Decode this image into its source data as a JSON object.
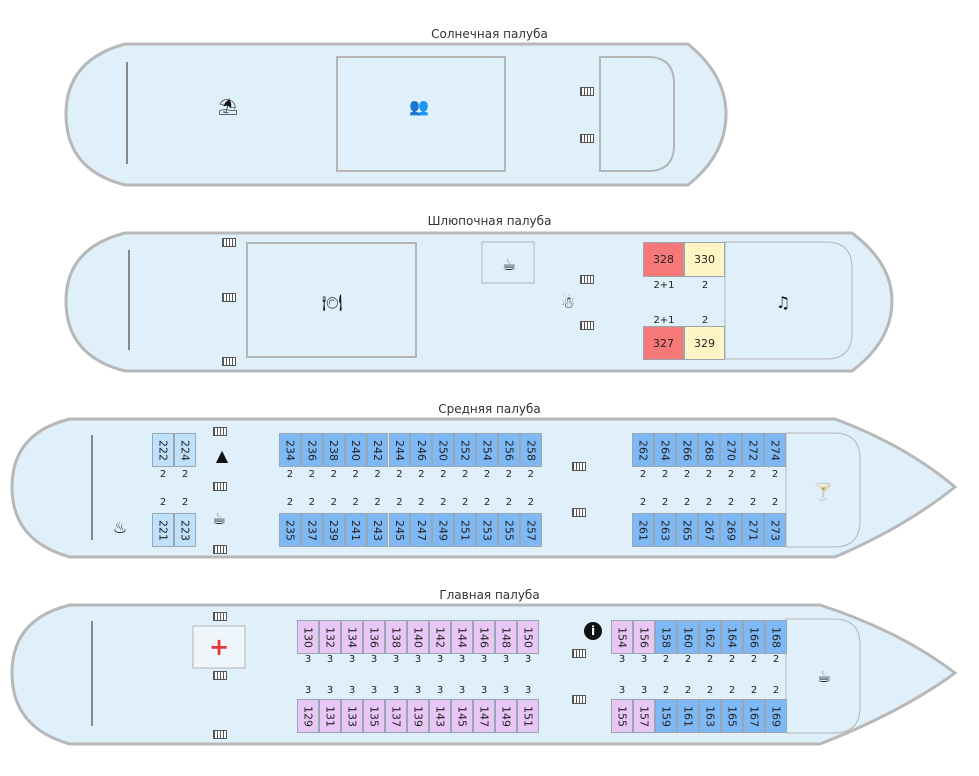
{
  "decks": {
    "sun": {
      "title": "Солнечная палуба"
    },
    "boat": {
      "title": "Шлюпочная палуба",
      "cabins": [
        {
          "num": "328",
          "cap": "2+1",
          "color": "red"
        },
        {
          "num": "330",
          "cap": "2",
          "color": "yellow"
        },
        {
          "num": "327",
          "cap": "2+1",
          "color": "red"
        },
        {
          "num": "329",
          "cap": "2",
          "color": "yellow"
        }
      ]
    },
    "middle": {
      "title": "Средняя палуба",
      "left_top": [
        {
          "num": "222",
          "cap": "2"
        },
        {
          "num": "224",
          "cap": "2"
        }
      ],
      "left_bottom": [
        {
          "num": "221",
          "cap": "2"
        },
        {
          "num": "223",
          "cap": "2"
        }
      ],
      "mid_top": [
        {
          "num": "234",
          "cap": "2"
        },
        {
          "num": "236",
          "cap": "2"
        },
        {
          "num": "238",
          "cap": "2"
        },
        {
          "num": "240",
          "cap": "2"
        },
        {
          "num": "242",
          "cap": "2"
        },
        {
          "num": "244",
          "cap": "2"
        },
        {
          "num": "246",
          "cap": "2"
        },
        {
          "num": "250",
          "cap": "2"
        },
        {
          "num": "252",
          "cap": "2"
        },
        {
          "num": "254",
          "cap": "2"
        },
        {
          "num": "256",
          "cap": "2"
        },
        {
          "num": "258",
          "cap": "2"
        }
      ],
      "mid_bottom": [
        {
          "num": "235",
          "cap": "2"
        },
        {
          "num": "237",
          "cap": "2"
        },
        {
          "num": "239",
          "cap": "2"
        },
        {
          "num": "241",
          "cap": "2"
        },
        {
          "num": "243",
          "cap": "2"
        },
        {
          "num": "245",
          "cap": "2"
        },
        {
          "num": "247",
          "cap": "2"
        },
        {
          "num": "249",
          "cap": "2"
        },
        {
          "num": "251",
          "cap": "2"
        },
        {
          "num": "253",
          "cap": "2"
        },
        {
          "num": "255",
          "cap": "2"
        },
        {
          "num": "257",
          "cap": "2"
        }
      ],
      "right_top": [
        {
          "num": "262",
          "cap": "2"
        },
        {
          "num": "264",
          "cap": "2"
        },
        {
          "num": "266",
          "cap": "2"
        },
        {
          "num": "268",
          "cap": "2"
        },
        {
          "num": "270",
          "cap": "2"
        },
        {
          "num": "272",
          "cap": "2"
        },
        {
          "num": "274",
          "cap": "2"
        }
      ],
      "right_bottom": [
        {
          "num": "261",
          "cap": "2"
        },
        {
          "num": "263",
          "cap": "2"
        },
        {
          "num": "265",
          "cap": "2"
        },
        {
          "num": "267",
          "cap": "2"
        },
        {
          "num": "269",
          "cap": "2"
        },
        {
          "num": "271",
          "cap": "2"
        },
        {
          "num": "273",
          "cap": "2"
        }
      ]
    },
    "main": {
      "title": "Главная палуба",
      "mid_top": [
        {
          "num": "130",
          "cap": "3"
        },
        {
          "num": "132",
          "cap": "3"
        },
        {
          "num": "134",
          "cap": "3"
        },
        {
          "num": "136",
          "cap": "3"
        },
        {
          "num": "138",
          "cap": "3"
        },
        {
          "num": "140",
          "cap": "3"
        },
        {
          "num": "142",
          "cap": "3"
        },
        {
          "num": "144",
          "cap": "3"
        },
        {
          "num": "146",
          "cap": "3"
        },
        {
          "num": "148",
          "cap": "3"
        },
        {
          "num": "150",
          "cap": "3"
        }
      ],
      "mid_bottom": [
        {
          "num": "129",
          "cap": "3"
        },
        {
          "num": "131",
          "cap": "3"
        },
        {
          "num": "133",
          "cap": "3"
        },
        {
          "num": "135",
          "cap": "3"
        },
        {
          "num": "137",
          "cap": "3"
        },
        {
          "num": "139",
          "cap": "3"
        },
        {
          "num": "143",
          "cap": "3"
        },
        {
          "num": "145",
          "cap": "3"
        },
        {
          "num": "147",
          "cap": "3"
        },
        {
          "num": "149",
          "cap": "3"
        },
        {
          "num": "151",
          "cap": "3"
        }
      ],
      "right_top": [
        {
          "num": "154",
          "cap": "3",
          "color": "purple"
        },
        {
          "num": "156",
          "cap": "3",
          "color": "purple"
        },
        {
          "num": "158",
          "cap": "2",
          "color": "blue"
        },
        {
          "num": "160",
          "cap": "2",
          "color": "blue"
        },
        {
          "num": "162",
          "cap": "2",
          "color": "blue"
        },
        {
          "num": "164",
          "cap": "2",
          "color": "blue"
        },
        {
          "num": "166",
          "cap": "2",
          "color": "blue"
        },
        {
          "num": "168",
          "cap": "2",
          "color": "blue"
        }
      ],
      "right_bottom": [
        {
          "num": "155",
          "cap": "3",
          "color": "purple"
        },
        {
          "num": "157",
          "cap": "3",
          "color": "purple"
        },
        {
          "num": "159",
          "cap": "2",
          "color": "blue"
        },
        {
          "num": "161",
          "cap": "2",
          "color": "blue"
        },
        {
          "num": "163",
          "cap": "2",
          "color": "blue"
        },
        {
          "num": "165",
          "cap": "2",
          "color": "blue"
        },
        {
          "num": "167",
          "cap": "2",
          "color": "blue"
        },
        {
          "num": "169",
          "cap": "2",
          "color": "blue"
        }
      ]
    }
  },
  "icons": {
    "beach_umbrella": "⛱",
    "conference": "👥",
    "dining": "🍽",
    "coffee": "☕",
    "music": "♫",
    "child": "☃",
    "iron": "▲",
    "massage": "♨",
    "cocktail": "🍸",
    "medical": "+",
    "info": "i"
  },
  "colors": {
    "hull_fill": "#dff0fb",
    "hull_stroke": "#b8b8b8",
    "cabin_blue": "#7fb9f5",
    "cabin_light_blue": "#bfe1fb",
    "cabin_purple": "#e8c6f5",
    "cabin_red": "#f77878",
    "cabin_yellow": "#fff5c4",
    "medical_red": "#e53935"
  }
}
